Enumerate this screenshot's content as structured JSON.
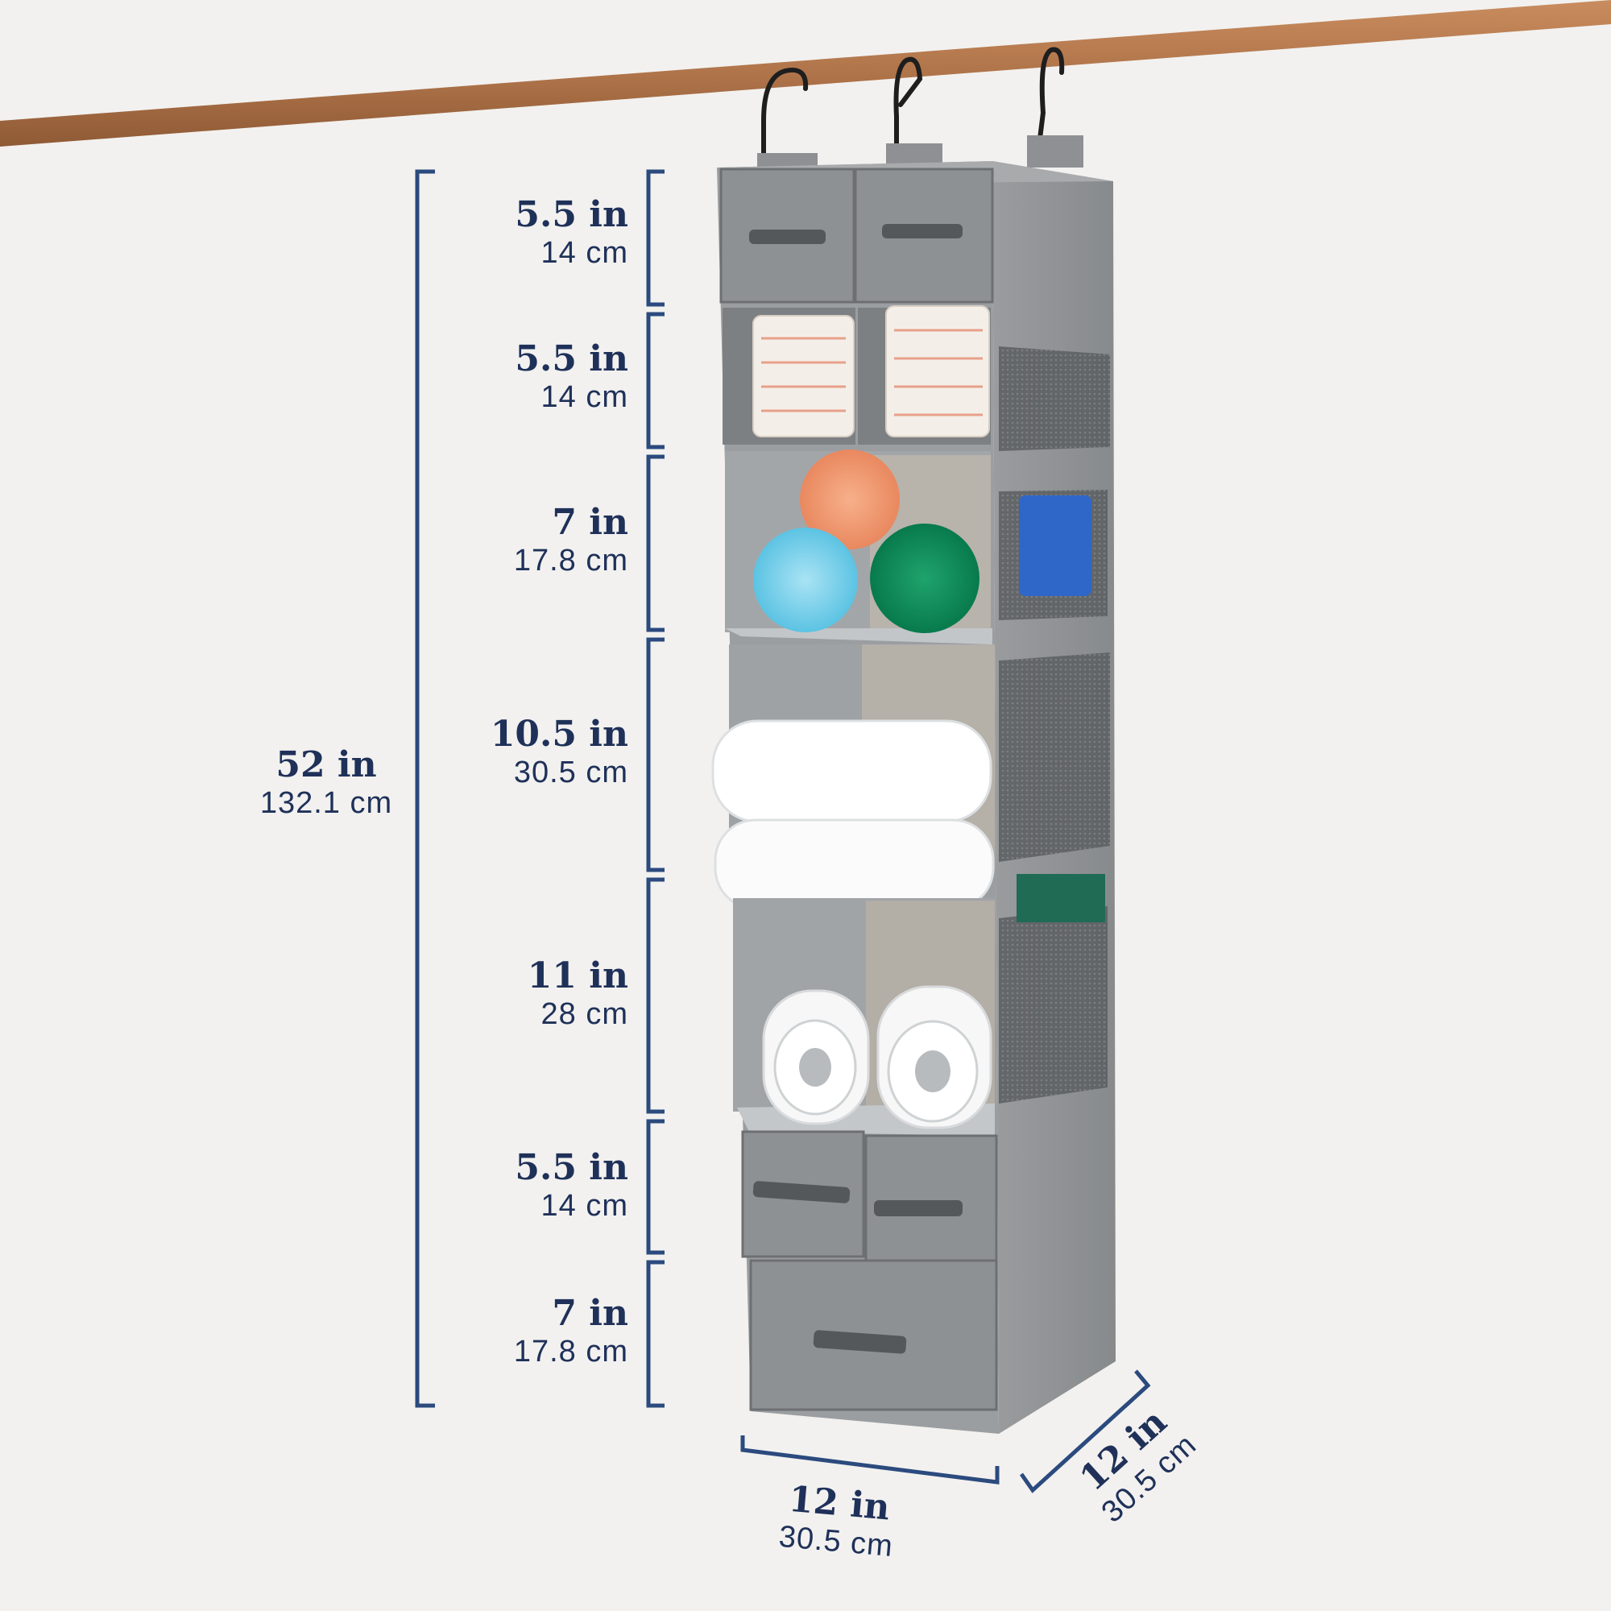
{
  "colors": {
    "background": "#f2f1ef",
    "dimension_ink": "#1f3159",
    "bracket": "#2b4a7e",
    "rod": "#b57a4e",
    "organizer": "#8d8f91"
  },
  "total_height": {
    "inches": "52 in",
    "cm": "132.1 cm"
  },
  "sections": [
    {
      "inches": "5.5 in",
      "cm": "14 cm"
    },
    {
      "inches": "5.5 in",
      "cm": "14 cm"
    },
    {
      "inches": "7 in",
      "cm": "17.8 cm"
    },
    {
      "inches": "10.5 in",
      "cm": "30.5 cm"
    },
    {
      "inches": "11 in",
      "cm": "28 cm"
    },
    {
      "inches": "5.5 in",
      "cm": "14 cm"
    },
    {
      "inches": "7 in",
      "cm": "17.8 cm"
    }
  ],
  "width": {
    "inches": "12 in",
    "cm": "30.5 cm"
  },
  "depth": {
    "inches": "12 in",
    "cm": "30.5 cm"
  }
}
